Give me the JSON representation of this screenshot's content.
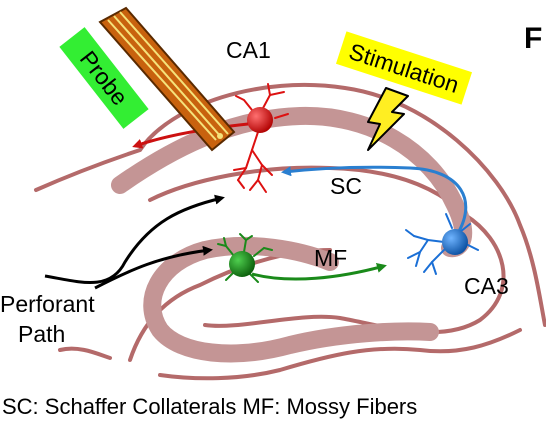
{
  "panel_letter": "F",
  "labels": {
    "ca1": "CA1",
    "ca3": "CA3",
    "sc": "SC",
    "mf": "MF",
    "perforant_line1": "Perforant",
    "perforant_line2": "Path"
  },
  "probe": {
    "label": "Probe",
    "label_bg": "#33ee33",
    "body_color": "#c8620e",
    "stripe_color": "#f5e27a"
  },
  "stimulation": {
    "label": "Stimulation",
    "label_bg": "#ffff00",
    "bolt_color": "#ffee22"
  },
  "caption": "SC: Schaffer Collaterals MF: Mossy Fibers",
  "colors": {
    "tissue_outline": "#b46a6a",
    "cell_layer": "#c49595",
    "ca1_neuron": "#dd1111",
    "ca3_neuron": "#1a6fd6",
    "dg_neuron": "#1a8a1a",
    "perforant_path": "#000000",
    "sc_pathway": "#2a7fd0",
    "mf_pathway": "#1a8a1a",
    "ca1_output": "#cc1111"
  }
}
